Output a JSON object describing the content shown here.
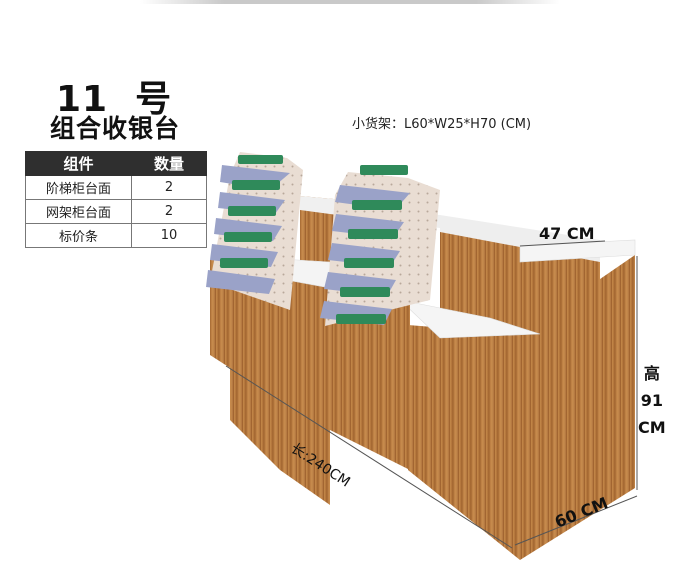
{
  "header": {
    "model_number": "11  号",
    "product_name": "组合收银台",
    "shelf_size": "小货架：L60*W25*H70 (CM)"
  },
  "parts_table": {
    "headers": [
      "组件",
      "数量"
    ],
    "rows": [
      {
        "name": "阶梯柜台面",
        "qty": "2"
      },
      {
        "name": "网架柜台面",
        "qty": "2"
      },
      {
        "name": "标价条",
        "qty": "10"
      }
    ]
  },
  "dimensions": {
    "length": "长:240CM",
    "depth_top": "47 CM",
    "depth_bottom": "60 CM",
    "height_label": "高",
    "height_value": "91",
    "height_unit": "CM"
  },
  "colors": {
    "wood": "#b97a3c",
    "wood_dark": "#8e5526",
    "counter_top": "#f3f3f3",
    "table_header": "#2f2f2f",
    "shelf_panel": "#e6d9cf",
    "price_strip": "#9aa2c8",
    "bottle": "#2f8a5a"
  }
}
